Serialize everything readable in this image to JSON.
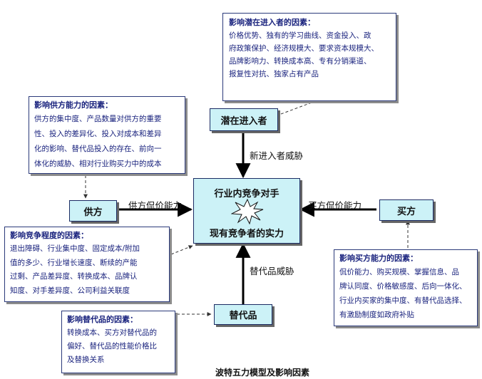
{
  "nodes": {
    "potential_entrants": "潜在进入者",
    "suppliers": "供方",
    "buyers": "买方",
    "substitutes": "替代品",
    "center_top": "行业内竞争对手",
    "center_bottom": "现有竞争者的实力"
  },
  "arrow_labels": {
    "entrant_threat": "新进入者威胁",
    "supplier_power": "供方侃价能力",
    "buyer_power": "买方侃价能力",
    "substitute_threat": "替代品威胁"
  },
  "factor_boxes": {
    "entrants": {
      "title": "影响潜在进入者的因素：",
      "lines": [
        "价格优势、独有的学习曲线、资金投入、政",
        "府政策保护、经济规模大、要求资本规模大、",
        "品牌影响力、转换成本高、专有分销渠道、",
        "报复性对抗、独家占有产品"
      ]
    },
    "suppliers": {
      "title": "影响供方能力的因素：",
      "lines": [
        "供方的集中度、产品数量对供方的重要",
        "性、投入的差异化、投入对成本和差异",
        "化的影响、替代品投入的存在、前向一",
        "体化的威胁、相对行业购买力中的成本"
      ]
    },
    "competition": {
      "title": "影响竞争程度的因素：",
      "lines": [
        "退出障碍、行业集中度、固定成本/附加",
        "值的多少、行业增长速度、断续的产能",
        "过剩、产品差异度、转换成本、品牌认",
        "知度、对手差异度、公司利益关联度"
      ]
    },
    "buyers": {
      "title": "影响买方能力的因素：",
      "lines": [
        "侃价能力、购买规模、掌握信息、品",
        "牌认同度、价格敏感度、后向一体化、",
        "行业内买家的集中度、有替代品选择、",
        "有激励制度如政府补贴"
      ]
    },
    "substitutes": {
      "title": "影响替代品的因素：",
      "lines": [
        "转换成本、买方对替代品的",
        "偏好、替代品的性能价格比",
        "及替换关系"
      ]
    }
  },
  "caption": "波特五力模型及影响因素",
  "colors": {
    "node_fill": "#ccf2f7",
    "text_blue": "#1a237e",
    "box_border": "#2b3a7a"
  }
}
